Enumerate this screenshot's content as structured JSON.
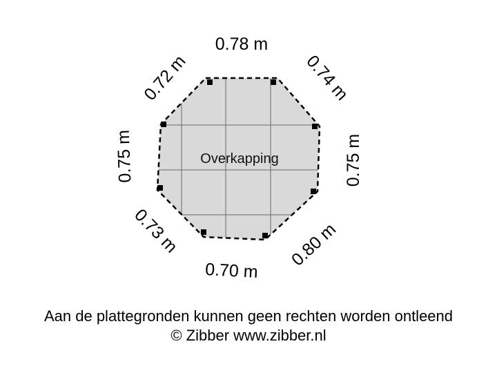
{
  "floorplan": {
    "room_label": "Overkapping",
    "dimensions": {
      "top": "0.78 m",
      "top_right": "0.74 m",
      "right": "0.75 m",
      "bottom_right": "0.80 m",
      "bottom": "0.70 m",
      "bottom_left": "0.73 m",
      "left": "0.75 m",
      "top_left": "0.72 m"
    },
    "fill_color": "#d9d9d9",
    "outline_color": "#000000"
  },
  "footer": {
    "disclaimer": "Aan de plattegronden kunnen geen rechten worden ontleend",
    "copyright": "© Zibber www.zibber.nl"
  }
}
